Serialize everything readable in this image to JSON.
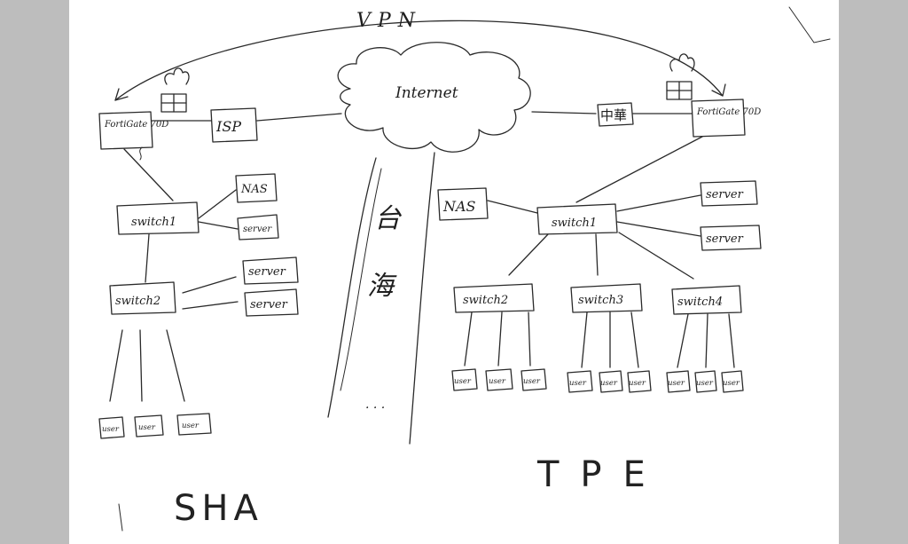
{
  "labels": {
    "vpn": "VPN",
    "internet": "Internet",
    "isp": "ISP",
    "zhonghua": "中華",
    "fortigate_left": "FortiGate 70D",
    "fortigate_right": "FortiGate 70D",
    "sha_switch1": "switch1",
    "sha_switch2": "switch2",
    "sha_nas": "NAS",
    "sha_server": "server",
    "tpe_switch1": "switch1",
    "tpe_switch2": "switch2",
    "tpe_switch3": "switch3",
    "tpe_switch4": "switch4",
    "tpe_nas": "NAS",
    "user": "user",
    "sea_1": "台",
    "sea_2": "海",
    "sea_dots": ". . .",
    "site_left": "SHA",
    "site_right": "TPE"
  }
}
